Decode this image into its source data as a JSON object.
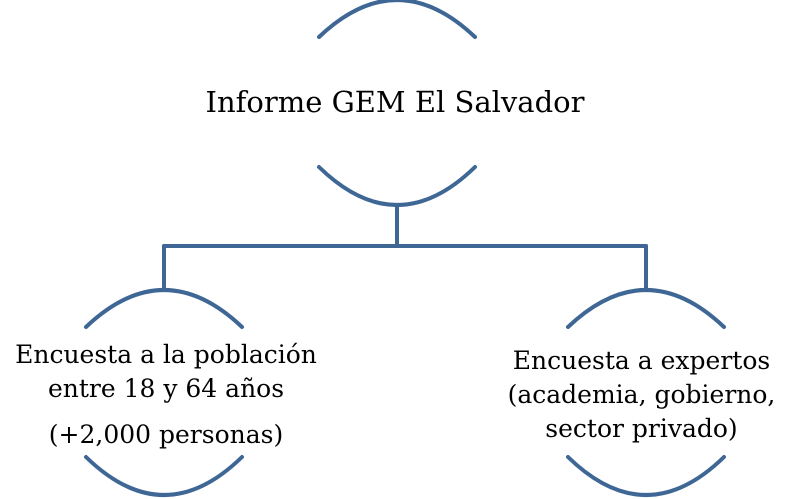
{
  "diagram": {
    "root": {
      "label": "Informe GEM El Salvador"
    },
    "children": [
      {
        "line1": "Encuesta a la población",
        "line2": "entre 18 y 64 años",
        "line3": "(+2,000 personas)"
      },
      {
        "line1": "Encuesta a expertos",
        "line2": "(academia, gobierno,",
        "line3": "sector privado)"
      }
    ],
    "colors": {
      "connector": "#3f6795",
      "text": "#000000",
      "background": "#ffffff"
    }
  }
}
